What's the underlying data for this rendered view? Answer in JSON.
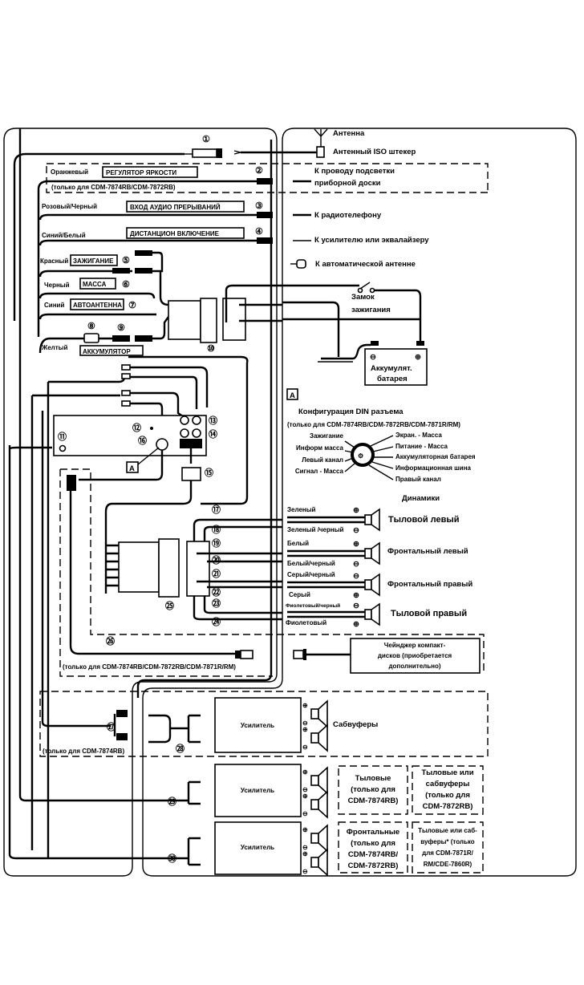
{
  "harness": {
    "num_1": "①",
    "orange": {
      "color": "Оранжевый",
      "function": "РЕГУЛЯТОР ЯРКОСТИ",
      "note": "(только для CDM-7874RB/CDM-7872RB)",
      "num": "②"
    },
    "pink": {
      "color": "Розовый/Черный",
      "function": "ВХОД АУДИО ПРЕРЫВАНИЙ",
      "num": "③"
    },
    "bluewhite": {
      "color": "Синий/Белый",
      "function": "ДИСТАНЦИОН ВКЛЮЧЕНИЕ",
      "num": "④"
    },
    "red": {
      "color": "Красный",
      "function": "ЗАЖИГАНИЕ",
      "num": "⑤"
    },
    "black": {
      "color": "Черный",
      "function": "МАССА",
      "num": "⑥"
    },
    "blue": {
      "color": "Синий",
      "function": "АВТОАНТЕННА",
      "num": "⑦"
    },
    "yellow": {
      "color": "Желтый",
      "function": "АККУМУЛЯТОР",
      "num_fuse": "⑧",
      "num_conn": "⑨"
    },
    "num_10": "⑩"
  },
  "destinations": {
    "antenna": "Антенна",
    "iso_plug": "Антенный ISO штекер",
    "illumination_1": "К проводу подсветки",
    "illumination_2": "приборной доски",
    "phone": "К радиотелефону",
    "amplifier": "К усилителю или эквалайзеру",
    "auto_antenna": "К автоматической антенне",
    "ignition_1": "Замок",
    "ignition_2": "зажигания",
    "battery_1": "Аккумулят.",
    "battery_2": "батарея"
  },
  "unit": {
    "nums": [
      "⑪",
      "⑫",
      "⑬",
      "⑭",
      "⑮",
      "⑯",
      "⑰",
      "⑱",
      "⑲",
      "⑳",
      "㉑",
      "㉒",
      "㉓",
      "㉔",
      "㉕",
      "㉖"
    ],
    "marker_a": "A",
    "changer_note": "(только для CDM-7874RB/CDM-7872RB/CDM-7871R/RM)"
  },
  "din": {
    "marker": "A",
    "title": "Конфигурация DIN разъема",
    "note": "(только для CDM-7874RB/CDM-7872RB/CDM-7871R/RM)",
    "left_pins": [
      "Зажигание",
      "Информ масса",
      "Левый канал",
      "Сигнал - Масса"
    ],
    "right_pins": [
      "Экран. - Масса",
      "Питание - Масса",
      "Аккумуляторная батарея",
      "Информационная шина",
      "Правый канал"
    ]
  },
  "speakers": {
    "title": "Динамики",
    "items": [
      {
        "name": "Тыловой левый",
        "top_wire": "Зеленый",
        "top_pol": "⊕",
        "bottom_wire": "Зеленый /черный",
        "bottom_pol": "⊖"
      },
      {
        "name": "Фронтальный левый",
        "top_wire": "Белый",
        "top_pol": "⊕",
        "bottom_wire": "Белый/черный",
        "bottom_pol": "⊖"
      },
      {
        "name": "Фронтальный правый",
        "top_wire": "Серый/черный",
        "top_pol": "⊖",
        "bottom_wire": "Серый",
        "bottom_pol": "⊕"
      },
      {
        "name": "Тыловой правый",
        "top_wire": "Фиолетовый/черный",
        "top_pol": "⊖",
        "bottom_wire": "Фиолетовый",
        "bottom_pol": "⊕"
      }
    ]
  },
  "changer": {
    "line1": "Чейнджер компакт-",
    "line2": "дисков (приобретается",
    "line3": "дополнительно)"
  },
  "amps": {
    "label": "Усилитель",
    "subwoofers": "Сабвуферы",
    "sub_note": "(только для CDM-7874RB)",
    "nums": [
      "㉗",
      "㉘",
      "㉙",
      "㉚"
    ],
    "rear_a": [
      "Тыловые",
      "(только для",
      "CDM-7874RB)"
    ],
    "rear_b": [
      "Тыловые или",
      "сабвуферы",
      "(только для",
      "CDM-7872RB)"
    ],
    "front_a": [
      "Фронтальные",
      "(только для",
      "CDM-7874RB/",
      "CDM-7872RB)"
    ],
    "front_b": [
      "Тыловые или саб-",
      "вуферы* (только",
      "для CDM-7871R/",
      "RM/CDE-7860R)"
    ]
  }
}
